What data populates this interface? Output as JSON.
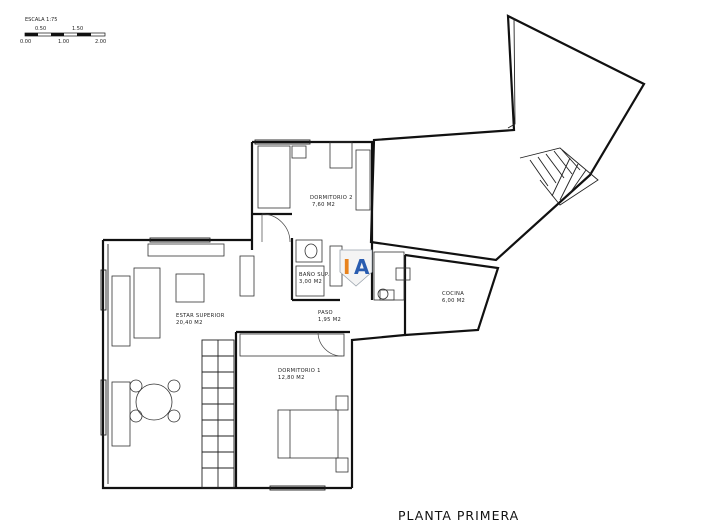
{
  "scale": {
    "title": "ESCALA 1:75",
    "top_ticks": [
      "0.50",
      "1.50"
    ],
    "bottom_ticks": [
      "0.00",
      "1.00",
      "2.00"
    ]
  },
  "rooms": [
    {
      "name": "DORMITORIO 2",
      "area": "7,60 M2"
    },
    {
      "name": "BAÑO SUP.",
      "area": "3,00 M2"
    },
    {
      "name": "COCINA",
      "area": "6,00 M2"
    },
    {
      "name": "ESTAR SUPERIOR",
      "area": "20,40 M2"
    },
    {
      "name": "PASO",
      "area": "1,95 M2"
    },
    {
      "name": "DORMITORIO 1",
      "area": "12,80 M2"
    }
  ],
  "logo": {
    "text": "IA"
  },
  "title": "PLANTA PRIMERA"
}
